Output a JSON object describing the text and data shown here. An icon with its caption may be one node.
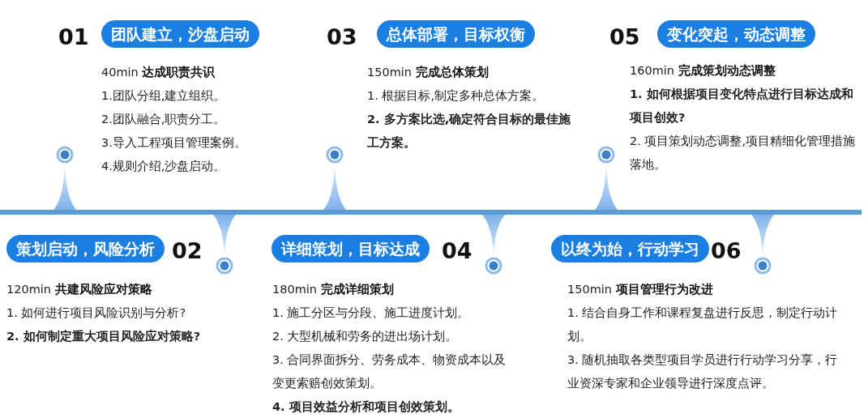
{
  "diagram": {
    "nodes": [
      {
        "text": [
          "团队建立，沙盘启动"
        ],
        "beside": [
          "01"
        ]
      },
      {
        "text": [
          "策划启动，风险分析"
        ],
        "beside": [
          "02"
        ]
      },
      {
        "text": [
          "总体部署，目标权衡"
        ],
        "beside": [
          "03"
        ]
      },
      {
        "text": [
          "详细策划，目标达成"
        ],
        "beside": [
          "04"
        ]
      },
      {
        "text": [
          "变化突起，动态调整"
        ],
        "beside": [
          "05"
        ]
      },
      {
        "text": [
          "以终为始，行动学习"
        ],
        "beside": [
          "06"
        ]
      }
    ],
    "edges": [],
    "labels": [
      "40min  **达成职责共识**",
      "1.团队分组,建立组织。",
      "2.团队融合,职责分工。",
      "3.导入工程项目管理案例。",
      "4.规则介绍,沙盘启动。",
      "120min   **共建风险应对策略**",
      "1. 如何进行项目风险识别与分析?",
      "2. 如何制定重大项目风险应对策略?",
      "150min   **完成总体策划**",
      "1. 根据目标,制定多种总体方案。",
      "2. 多方案比选,确定符合目标的最佳施工方案。",
      "180min   **完成详细策划**",
      "1. 施工分区与分段、施工进度计划。",
      "2. 大型机械和劳务的进出场计划。",
      "3. 合同界面拆分、劳务成本、物资成本以及变更索赔创效策划。",
      "4. 项目效益分析和项目创效策划。",
      "160min   **完成策划动态调整**",
      "1. 如何根据项目变化特点进行目标达成和项目创效?",
      "2. 项目策划动态调整,项目精细化管理措施落地。",
      "150min   **项目管理行为改进**",
      "1. 结合自身工作和课程复盘进行反思，制定行动计划。",
      "3. 随机抽取各类型项目学员进行行动学习分享，行业资深专家和企业领导进行深度点评。"
    ]
  }
}
